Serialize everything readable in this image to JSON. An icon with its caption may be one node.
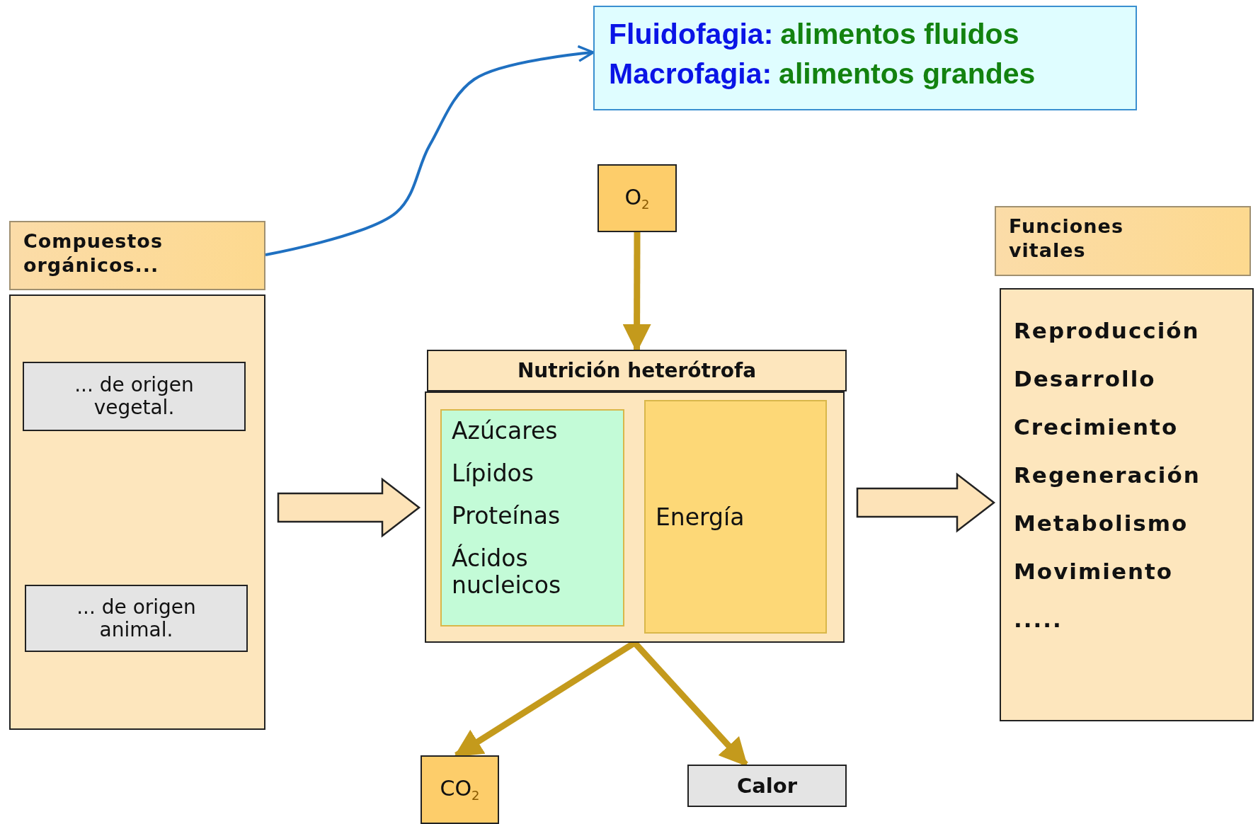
{
  "diagram": {
    "nodes": [
      {
        "text": [
          "Fluidofagia:",
          "alimentos fluidos",
          "Macrofagia:",
          "alimentos grandes"
        ]
      },
      {
        "text": [
          "Compuestos orgánicos..."
        ]
      },
      {
        "text": [],
        "shape": "box"
      },
      {
        "text": [
          "... de origen vegetal."
        ],
        "in": 2
      },
      {
        "text": [
          "... de origen animal."
        ],
        "in": 2
      },
      {
        "text": [
          "O$_{2}$"
        ]
      },
      {
        "text": [
          "Nutrición heterótrofa"
        ]
      },
      {
        "text": [],
        "shape": "box"
      },
      {
        "text": [
          "Azúcares",
          "Lípidos",
          "Proteínas",
          "Ácidos nucleicos"
        ],
        "in": 7
      },
      {
        "text": [
          "Energía"
        ],
        "in": 7
      },
      {
        "text": [
          "CO$_{2}$"
        ]
      },
      {
        "text": [
          "Calor"
        ]
      },
      {
        "text": [
          "Funciones vitales"
        ]
      },
      {
        "text": [
          "Reproducción",
          "Desarrollo",
          "Crecimiento",
          "Regeneración",
          "Metabolismo",
          "Movimiento",
          "....."
        ]
      }
    ],
    "edges": [
      {
        "from": 1,
        "to": 0,
        "arrow": "to",
        "color": "#1f70c1"
      },
      {
        "from": 5,
        "to": 6,
        "arrow": "to",
        "color": "#c49a1c"
      },
      {
        "from": 2,
        "to": 7,
        "arrow": "to",
        "style": "thick"
      },
      {
        "from": 7,
        "to": 13,
        "arrow": "to",
        "style": "thick"
      },
      {
        "from": 7,
        "to": 10,
        "arrow": "to",
        "color": "#c49a1c"
      },
      {
        "from": 7,
        "to": 11,
        "arrow": "to",
        "color": "#c49a1c"
      }
    ]
  }
}
